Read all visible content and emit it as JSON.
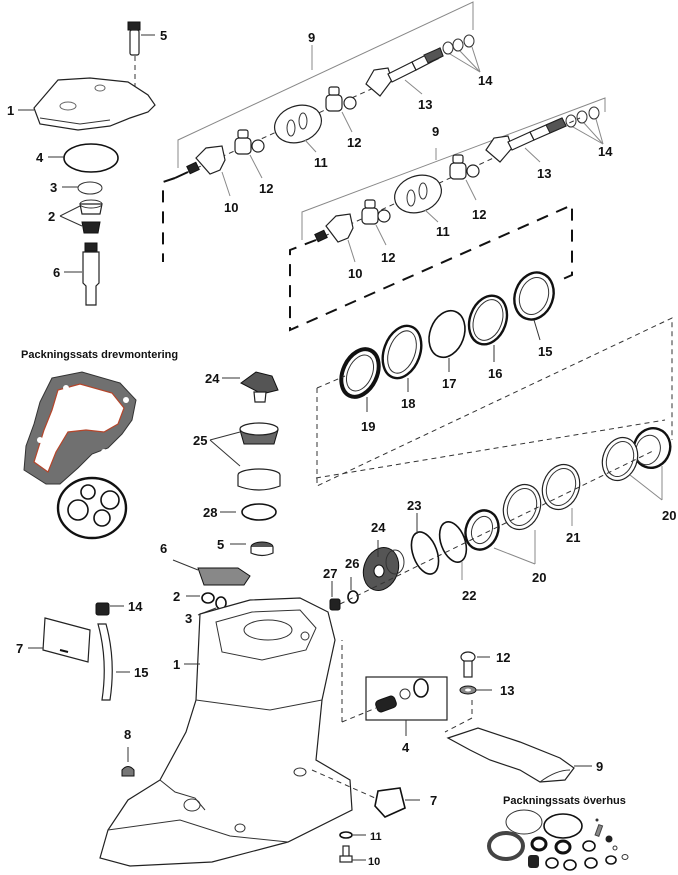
{
  "diagram": {
    "kits": {
      "drive_mount_kit": "Packningssats drevmontering",
      "upper_housing_kit": "Packningssats överhus"
    },
    "colors": {
      "gasket_fill": "#707070",
      "gasket_outline": "#b5452a",
      "ink": "#111111"
    },
    "labels": {
      "top_cover": "1",
      "top_bearing": "2",
      "top_ring_small": "3",
      "top_oring": "4",
      "top_bolt": "5",
      "top_shaft": "6",
      "shaft_assy_upper": "9",
      "shaft_assy_lower": "9",
      "yoke_upper": "10",
      "yoke_lower": "10",
      "coupler_upper": "11",
      "coupler_lower": "11",
      "ujoint_upper_a": "12",
      "ujoint_upper_b": "12",
      "ujoint_lower_a": "12",
      "ujoint_lower_b": "12",
      "shaft_upper": "13",
      "shaft_lower": "13",
      "shims_upper": "14",
      "shims_lower": "14",
      "bearing_15": "15",
      "ring_16": "16",
      "oring_17": "17",
      "seal_18": "18",
      "seal_19": "19",
      "bearing_20_a": "20",
      "bearing_20_b": "20",
      "cup_21": "21",
      "oring_22": "22",
      "oring_23": "23",
      "pinion_24_top": "24",
      "gear_24": "24",
      "bearing_25": "25",
      "washer_26": "26",
      "nut_27": "27",
      "oring_28": "28",
      "seal_5_mid": "5",
      "plate_6": "6",
      "bushing_2": "2",
      "ring_3": "3",
      "housing_1": "1",
      "plate_7_left": "7",
      "cap_14": "14",
      "hose_15": "15",
      "grommet_8": "8",
      "valve_4": "4",
      "bolt_12": "12",
      "washer_13": "13",
      "cover_9": "9",
      "gasket_7": "7",
      "washer_11": "11",
      "bolt_10": "10"
    }
  }
}
